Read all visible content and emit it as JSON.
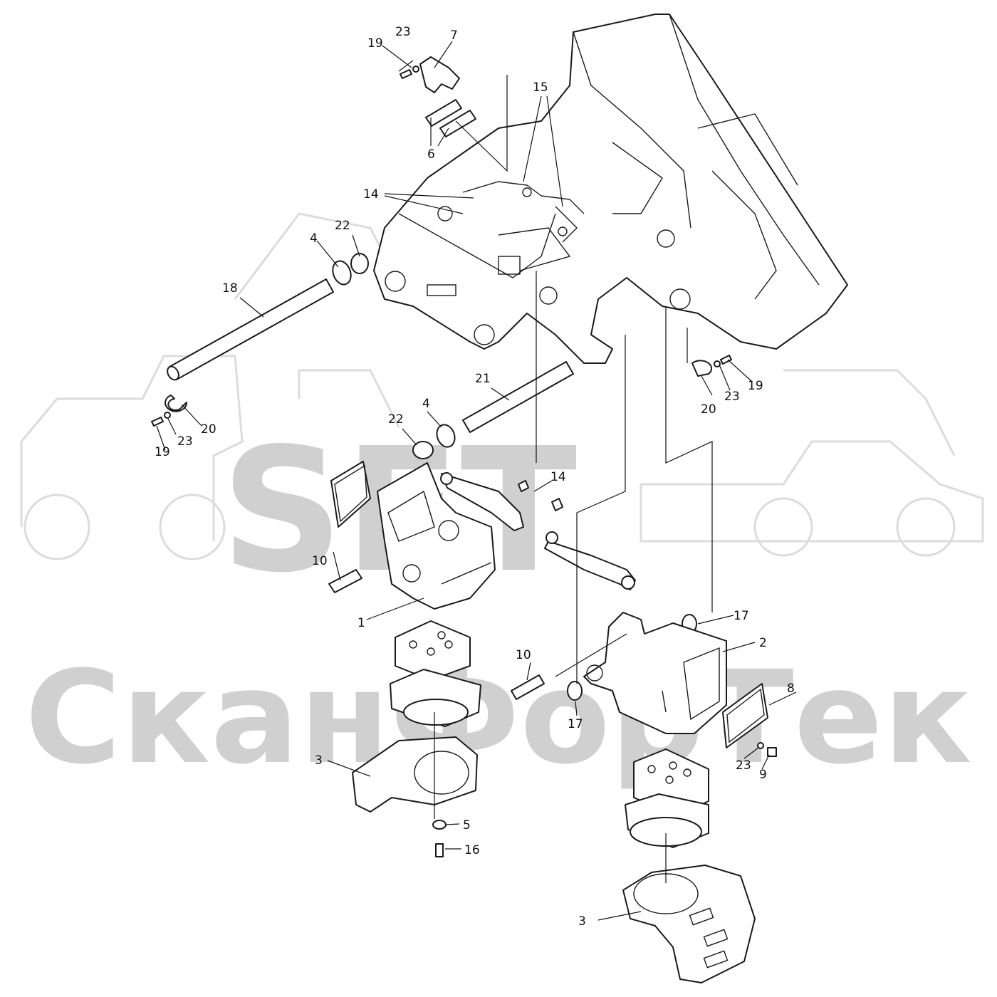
{
  "watermark": {
    "brand": "SFT",
    "company": "СканФорТек"
  },
  "callouts": {
    "c1": "1",
    "c2": "2",
    "c3a": "3",
    "c3b": "3",
    "c4a": "4",
    "c4b": "4",
    "c5": "5",
    "c6": "6",
    "c7": "7",
    "c8": "8",
    "c9": "9",
    "c10a": "10",
    "c10b": "10",
    "c14a": "14",
    "c14b": "14",
    "c15": "15",
    "c16": "16",
    "c17a": "17",
    "c17b": "17",
    "c18": "18",
    "c19a": "19",
    "c19b": "19",
    "c19c": "19",
    "c20a": "20",
    "c20b": "20",
    "c21": "21",
    "c22a": "22",
    "c22b": "22",
    "c23a": "23",
    "c23b": "23",
    "c23c": "23",
    "c23d": "23"
  }
}
